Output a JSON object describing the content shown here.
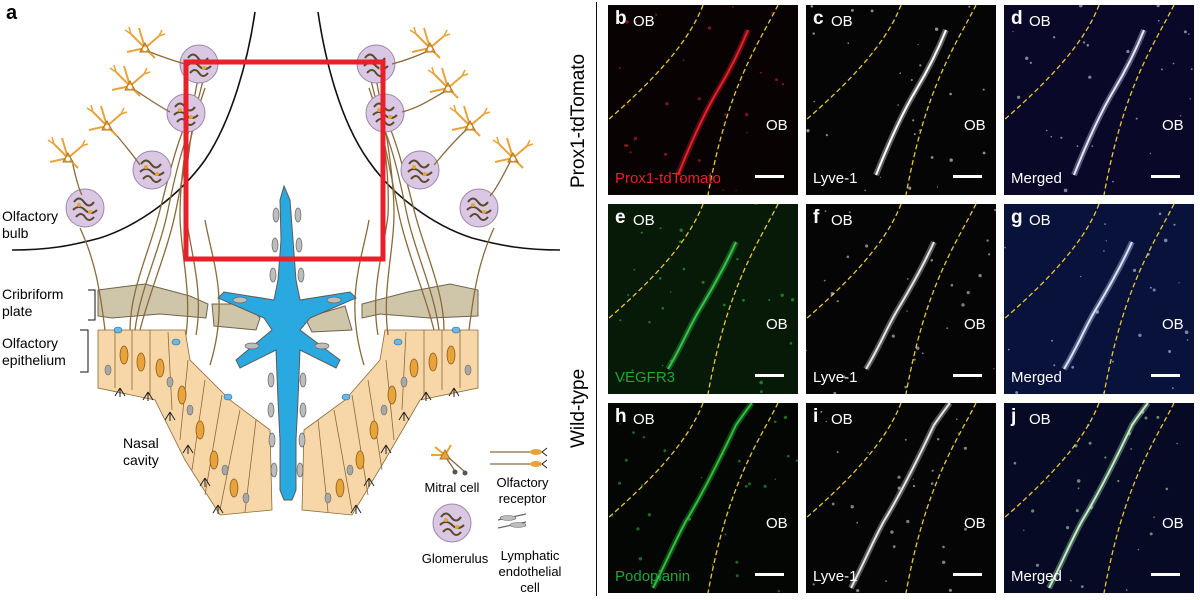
{
  "panel_a": {
    "letter": "a",
    "labels": {
      "olfactory_bulb": [
        "Olfactory",
        "bulb"
      ],
      "cribriform_plate": [
        "Cribriform",
        "plate"
      ],
      "olfactory_epithelium": [
        "Olfactory",
        "epithelium"
      ],
      "nasal_cavity": [
        "Nasal",
        "cavity"
      ]
    },
    "legend": {
      "mitral_cell": "Mitral cell",
      "olfactory_receptor": [
        "Olfactory",
        "receptor"
      ],
      "glomerulus": "Glomerulus",
      "lymphatic_endothelial_cell": [
        "Lymphatic",
        "endothelial",
        "cell"
      ]
    },
    "colors": {
      "lymphatic_vessel": "#2aa9e0",
      "neuron": "#e8a33a",
      "glomerulus": "#d9c7e3",
      "bone": "#cfc5a8",
      "epithelium": "#f7d7a7",
      "highlight_box": "#e8202a"
    }
  },
  "row_labels": {
    "top": "Prox1-tdTomato",
    "bottom": "Wild-type"
  },
  "micrographs": [
    {
      "letter": "b",
      "ob_labels": [
        "OB",
        "OB"
      ],
      "channel": "Prox1-tdTomato",
      "channel_color": "#e8202a"
    },
    {
      "letter": "c",
      "ob_labels": [
        "OB",
        "OB"
      ],
      "channel": "Lyve-1",
      "channel_color": "#ffffff"
    },
    {
      "letter": "d",
      "ob_labels": [
        "OB",
        "OB"
      ],
      "channel": "Merged",
      "channel_color": "#ffffff"
    },
    {
      "letter": "e",
      "ob_labels": [
        "OB",
        "OB"
      ],
      "channel": "VEGFR3",
      "channel_color": "#1fa53a"
    },
    {
      "letter": "f",
      "ob_labels": [
        "OB",
        "OB"
      ],
      "channel": "Lyve-1",
      "channel_color": "#ffffff"
    },
    {
      "letter": "g",
      "ob_labels": [
        "OB",
        "OB"
      ],
      "channel": "Merged",
      "channel_color": "#ffffff"
    },
    {
      "letter": "h",
      "ob_labels": [
        "OB",
        "OB"
      ],
      "channel": "Podoplanin",
      "channel_color": "#1fa53a"
    },
    {
      "letter": "i",
      "ob_labels": [
        "OB",
        "OB"
      ],
      "channel": "Lyve-1",
      "channel_color": "#ffffff"
    },
    {
      "letter": "j",
      "ob_labels": [
        "OB",
        "OB"
      ],
      "channel": "Merged",
      "channel_color": "#ffffff"
    }
  ]
}
